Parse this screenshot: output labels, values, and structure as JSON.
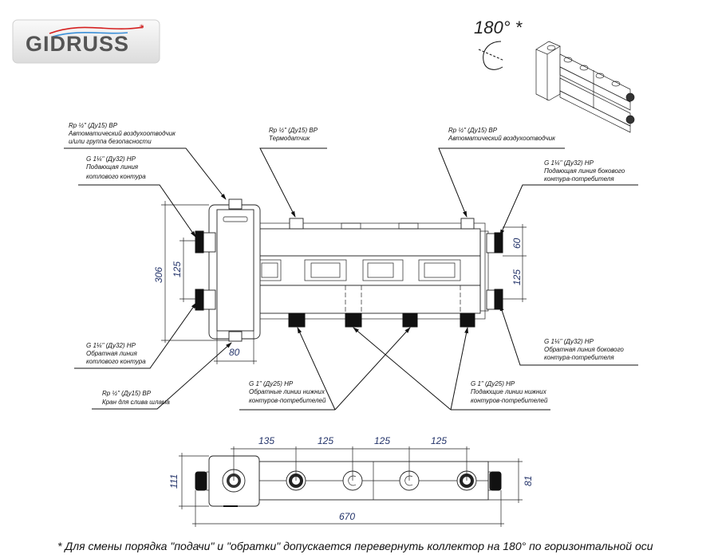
{
  "logo": {
    "brand": "GIDRUSS",
    "registered_mark": "®"
  },
  "rotation_note": {
    "label": "180° *"
  },
  "callouts": {
    "air_vent_safety": {
      "line1": "Rp ½\" (Ду15) ВР",
      "line2": "Автоматический воздухоотводчик",
      "line3": "и/или группа безопасности"
    },
    "boiler_supply": {
      "line1": "G 1¼\" (Ду32) НР",
      "line2": "Подающая линия",
      "line3": "котлового контура"
    },
    "thermo_sensor": {
      "line1": "Rp ½\" (Ду15) ВР",
      "line2": "Термодатчик"
    },
    "air_vent": {
      "line1": "Rp ½\" (Ду15) ВР",
      "line2": "Автоматический воздухоотводчик"
    },
    "side_supply": {
      "line1": "G 1¼\" (Ду32) НР",
      "line2": "Подающая линия бокового",
      "line3": "контура-потребителя"
    },
    "boiler_return": {
      "line1": "G 1¼\" (Ду32) НР",
      "line2": "Обратная линия",
      "line3": "котлового контура"
    },
    "drain": {
      "line1": "Rp ½\" (Ду15) ВР",
      "line2": "Кран для слива шлама"
    },
    "lower_returns": {
      "line1": "G 1\" (Ду25) НР",
      "line2": "Обратные линии нижних",
      "line3": "контуров-потребителей"
    },
    "lower_supplies": {
      "line1": "G 1\" (Ду25) НР",
      "line2": "Подающие линии нижних",
      "line3": "контуров-потребителей"
    },
    "side_return": {
      "line1": "G 1¼\" (Ду32) НР",
      "line2": "Обратная линия бокового",
      "line3": "контура-потребителя"
    }
  },
  "dimensions_front": {
    "total_height": "306",
    "left_spacing": "125",
    "separator_width": "80",
    "right_top": "60",
    "right_spacing": "125"
  },
  "dimensions_bottom": {
    "spacings": [
      "135",
      "125",
      "125",
      "125"
    ],
    "height_left": "111",
    "height_right": "81",
    "total_length": "670"
  },
  "footnote": "* Для смены порядка \"подачи\" и \"обратки\" допускается перевернуть коллектор на 180° по горизонтальной оси"
}
